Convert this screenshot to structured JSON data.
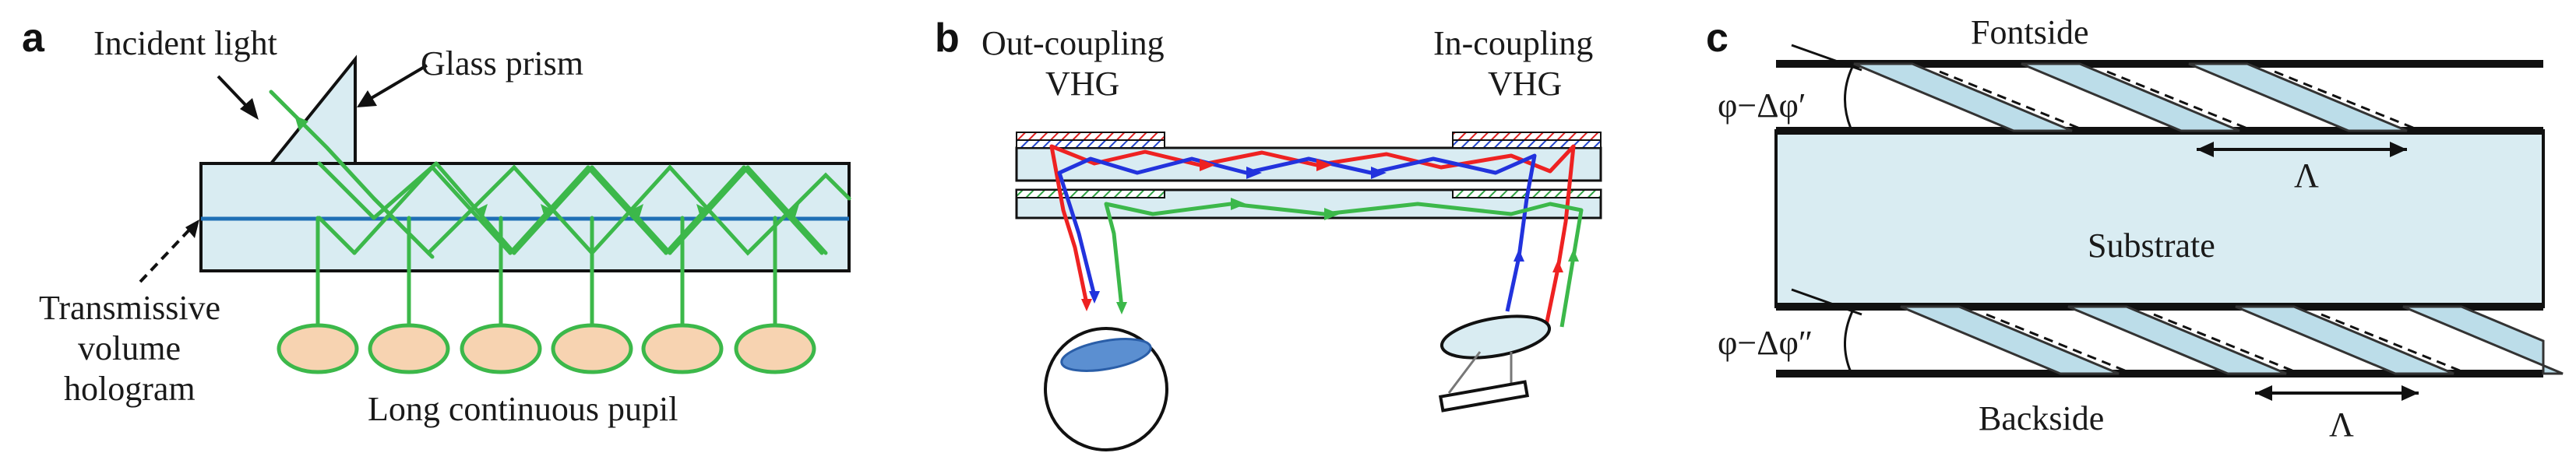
{
  "panels": {
    "a": {
      "label": "a",
      "incident_light": "Incident light",
      "glass_prism": "Glass prism",
      "hologram_lines": [
        "Transmissive",
        "volume",
        "hologram"
      ],
      "pupil": "Long continuous pupil"
    },
    "b": {
      "label": "b",
      "outcoupling_lines": [
        "Out-coupling",
        "VHG"
      ],
      "incoupling_lines": [
        "In-coupling",
        "VHG"
      ]
    },
    "c": {
      "label": "c",
      "frontside": "Fontside",
      "backside": "Backside",
      "substrate": "Substrate",
      "angle_top": "φ−Δφ′",
      "angle_bottom": "φ−Δφ″",
      "period_top": "Λ",
      "period_bottom": "Λ"
    }
  },
  "colors": {
    "glass": "#d9ecf2",
    "green_ray": "#3cb84a",
    "red_ray": "#ee2222",
    "blue_ray": "#2233dd",
    "pupil_fill": "#f7d3b1",
    "hologram_line": "#1f6fb5",
    "eye_pupil": "#5b8fd1"
  }
}
